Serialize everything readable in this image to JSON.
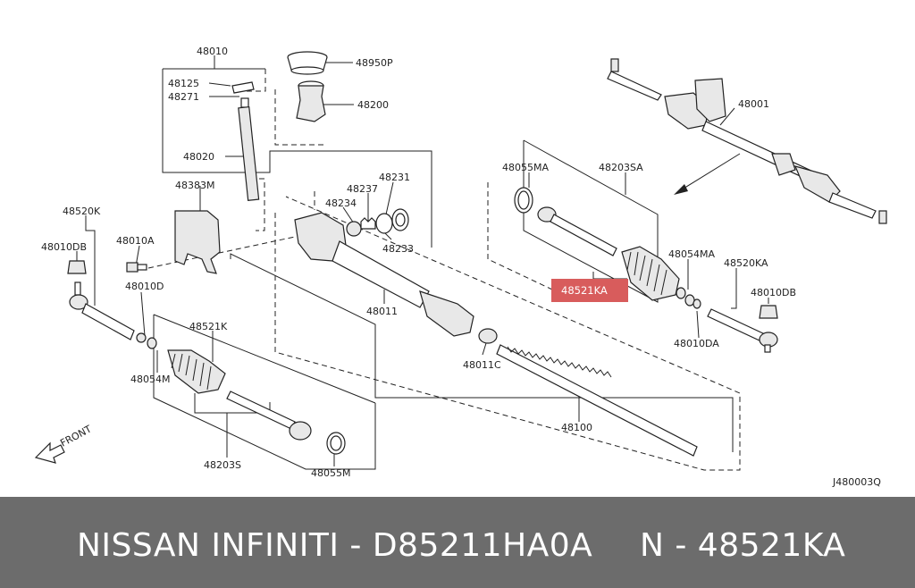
{
  "diagram": {
    "ref_code": "J480003Q",
    "front_label": "FRONT",
    "highlight_color": "#d85c5c",
    "labels": {
      "p48010": "48010",
      "p48950P": "48950P",
      "p48125": "48125",
      "p48271": "48271",
      "p48200": "48200",
      "p48020": "48020",
      "p48383M": "48383M",
      "p48237": "48237",
      "p48231": "48231",
      "p48234": "48234",
      "p48233": "48233",
      "p48520K": "48520K",
      "p48010DB_l": "48010DB",
      "p48010A": "48010A",
      "p48010D": "48010D",
      "p48521K": "48521K",
      "p48054M": "48054M",
      "p48203S": "48203S",
      "p48055M": "48055M",
      "p48011": "48011",
      "p48011C": "48011C",
      "p48100": "48100",
      "p48001": "48001",
      "p48055MA": "48055MA",
      "p48203SA": "48203SA",
      "p48054MA": "48054MA",
      "p48520KA": "48520KA",
      "p48010DB_r": "48010DB",
      "p48010DA": "48010DA",
      "p48521KA": "48521KA"
    }
  },
  "footer": {
    "left_text": "NISSAN  INFINITI - D85211HA0A",
    "right_text": "N - 48521KA",
    "background": "#6c6c6c"
  }
}
